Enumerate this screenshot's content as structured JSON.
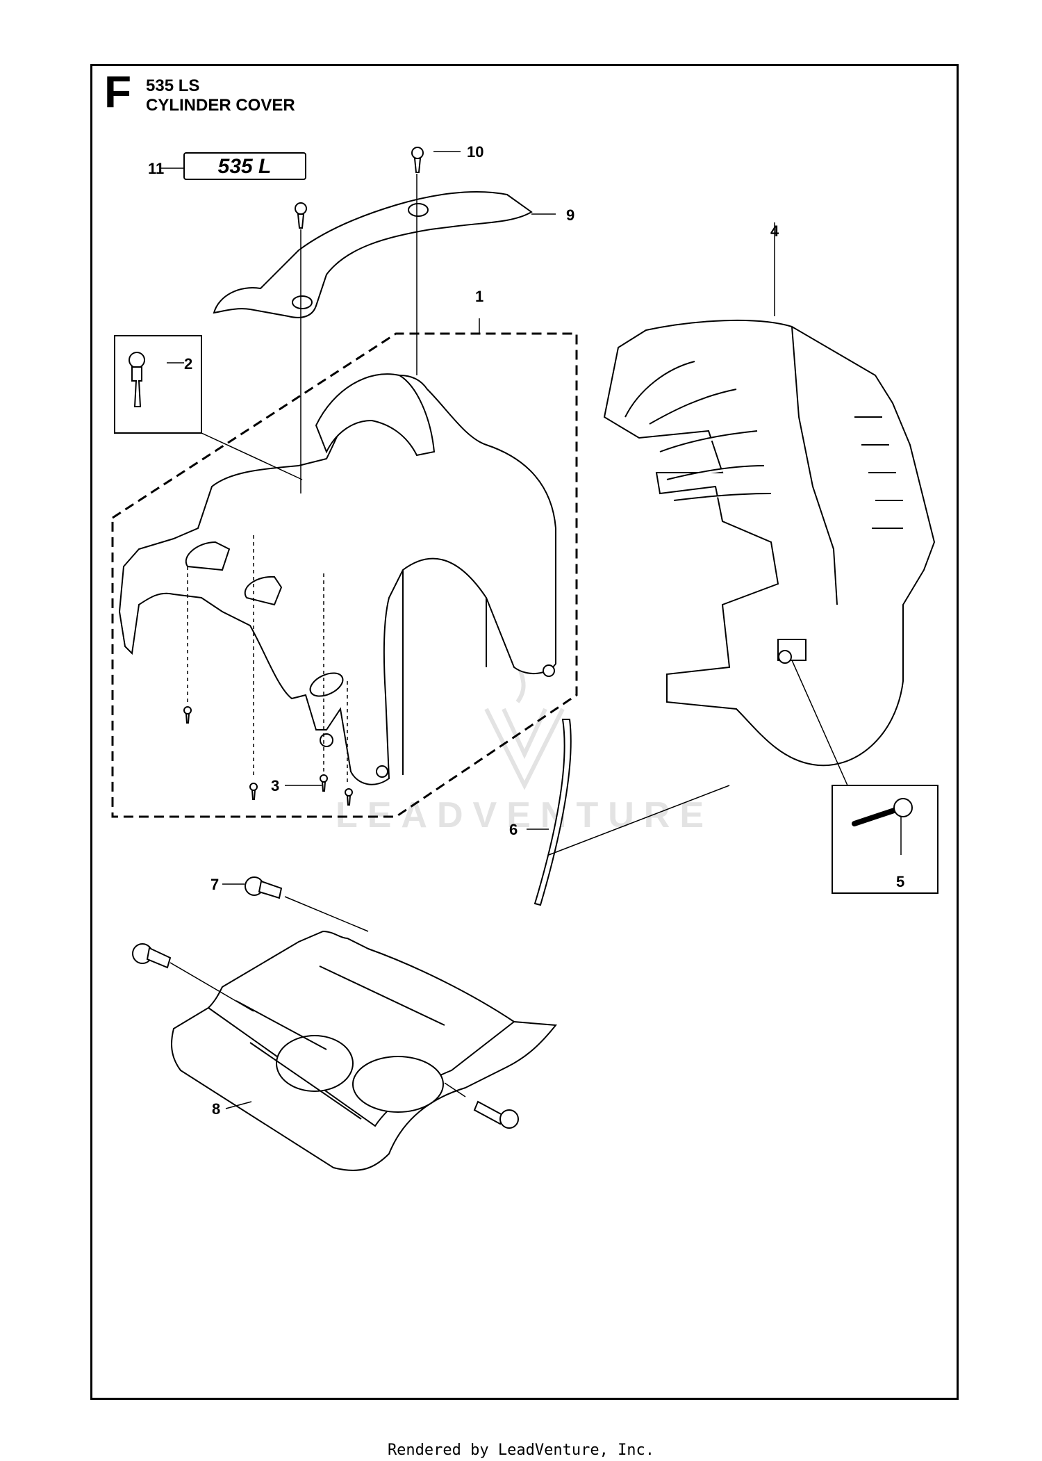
{
  "header": {
    "section_letter": "F",
    "model": "535 LS",
    "title": "CYLINDER COVER"
  },
  "decal_text": "535 L",
  "watermark": "LEADVENTURE",
  "footer": "Rendered by LeadVenture, Inc.",
  "callouts": [
    "1",
    "2",
    "3",
    "4",
    "5",
    "6",
    "7",
    "8",
    "9",
    "10",
    "11"
  ],
  "colors": {
    "line": "#000000",
    "watermark": "#e3e3e3",
    "background": "#ffffff"
  }
}
